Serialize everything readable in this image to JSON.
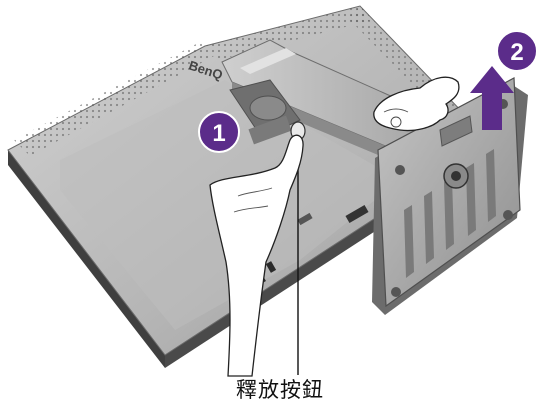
{
  "figure": {
    "brand_label": "BenQ",
    "steps": [
      {
        "number": "1",
        "icon": "number-badge"
      },
      {
        "number": "2",
        "icon": "number-badge"
      }
    ],
    "arrow_icon": "up-arrow-icon",
    "caption": "釋放按鈕",
    "colors": {
      "badge_fill": "#5b2c8a",
      "monitor_back": "#b9b9b9",
      "monitor_edge": "#444444",
      "stand": "#b4b4b4",
      "base_plate": "#a9a9a9",
      "hand": "#ffffff",
      "arrow": "#5b2c8a"
    }
  }
}
